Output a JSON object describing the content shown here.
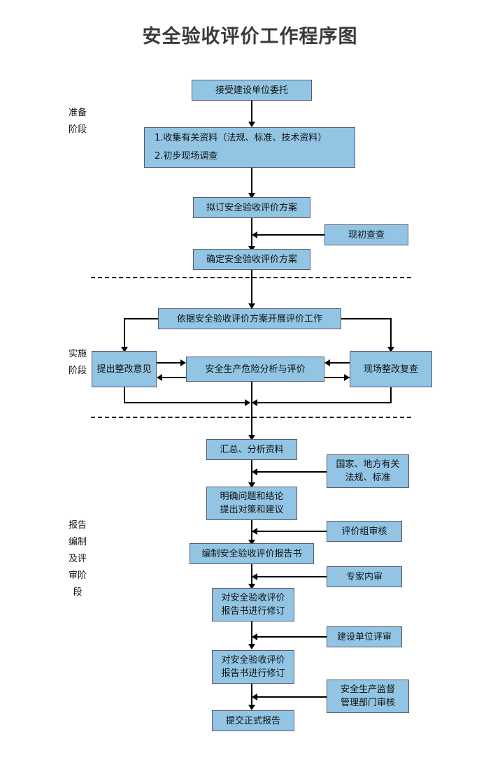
{
  "title": "安全验收评价工作程序图",
  "colors": {
    "box_fill": "#92C5E4",
    "box_border": "#5a5a6e",
    "connector": "#000000",
    "title_text": "#3a3a3a"
  },
  "stages": [
    {
      "id": "preparation",
      "label": "准备阶段"
    },
    {
      "id": "implementation",
      "label": "实施阶段"
    },
    {
      "id": "report",
      "label": "报告编制及评审阶段"
    }
  ],
  "nodes": {
    "accept_commission": "接受建设单位委托",
    "collect_data": "1.收集有关资料（法规、标准、技术资料）\n2.初步现场调查",
    "draft_plan": "拟订安全验收评价方案",
    "site_initial_check": "现初查查",
    "confirm_plan": "确定安全验收评价方案",
    "carry_out_evaluation": "依据安全验收评价方案开展评价工作",
    "propose_rectification": "提出整改意见",
    "hazard_analysis": "安全生产危险分析与评价",
    "site_recheck": "现场整改复查",
    "summarize_analyze": "汇总、分析资料",
    "clarify_conclusions": "明确问题和结论\n提出对策和建议",
    "national_local_laws": "国家、地方有关\n法规、标准",
    "compile_report": "编制安全验收评价报告书",
    "review_group": "评价组审核",
    "expert_internal_review": "专家内审",
    "revise_report_1": "对安全验收评价\n报告书进行修订",
    "owner_review": "建设单位评审",
    "revise_report_2": "对安全验收评价\n报告书进行修订",
    "supervision_review": "安全生产监督\n管理部门审核",
    "submit_final_report": "提交正式报告"
  }
}
